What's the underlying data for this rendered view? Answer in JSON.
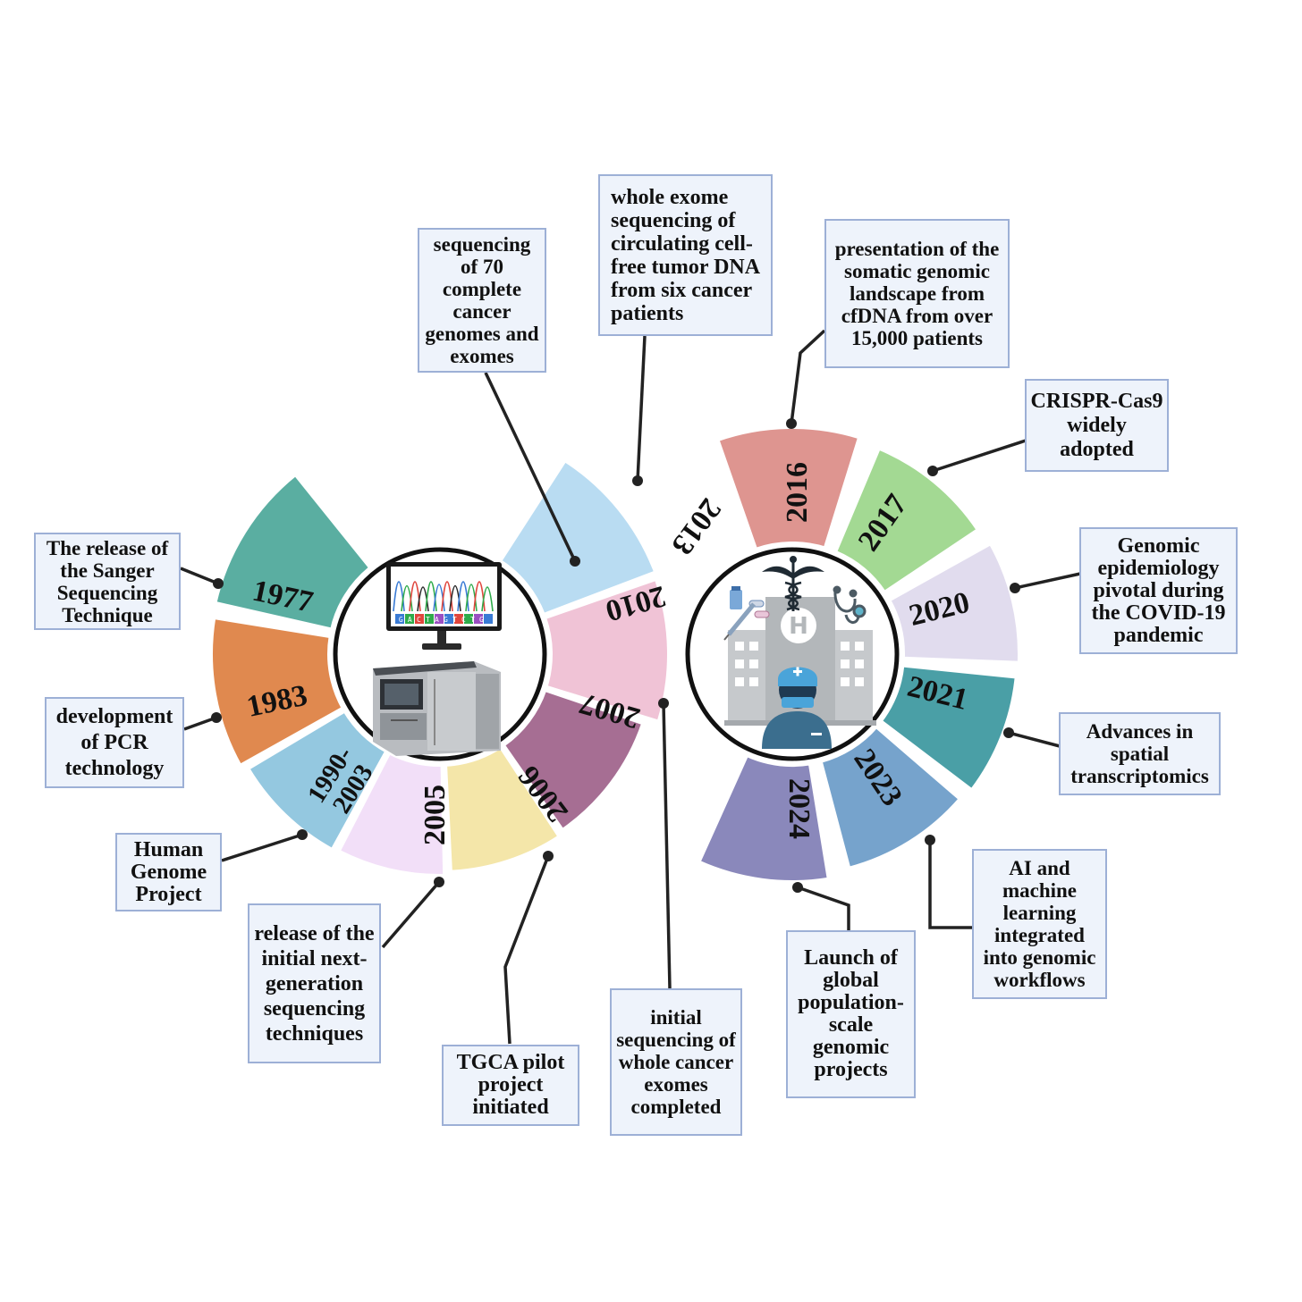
{
  "left_wheel": {
    "segments": [
      {
        "year": "1977",
        "color": "#5aaea1",
        "event": "The release of the Sanger Sequencing Technique"
      },
      {
        "year": "1983",
        "color": "#e0894f",
        "event": "development of PCR technology"
      },
      {
        "year_line1": "1990-",
        "year_line2": "2003",
        "color": "#94c8e0",
        "event": "Human Genome Project"
      },
      {
        "year": "2005",
        "color": "#f2dff8",
        "event": "release of the initial next-generation sequencing techniques"
      },
      {
        "year": "2006",
        "color": "#f4e6a9",
        "event": "TGCA pilot project initiated"
      },
      {
        "year": "2007",
        "color": "#a66e93",
        "event": "initial sequencing of whole cancer exomes completed"
      },
      {
        "year": "2010",
        "color": "#f0c3d6",
        "event": "sequencing of 70 complete cancer genomes and exomes"
      },
      {
        "year": "2013",
        "color": "#b9dcf2",
        "event": "whole exome sequencing of circulating cell-free tumor DNA from six cancer patients"
      }
    ],
    "center_icon": "dna-sequencer-icon",
    "monitor_bases": "GACTAGTCTG"
  },
  "right_wheel": {
    "segments": [
      {
        "year": "2016",
        "color": "#de9590",
        "event": "presentation of the somatic genomic landscape from cfDNA from over 15,000 patients"
      },
      {
        "year": "2017",
        "color": "#a3d993",
        "event": "CRISPR-Cas9 widely adopted"
      },
      {
        "year": "2020",
        "color": "#e1dcee",
        "event": "Genomic epidemiology pivotal during the COVID-19 pandemic"
      },
      {
        "year": "2021",
        "color": "#4a9fa6",
        "event": "Advances in spatial transcriptomics"
      },
      {
        "year": "2023",
        "color": "#76a3cc",
        "event": "AI and machine learning integrated into genomic workflows"
      },
      {
        "year": "2024",
        "color": "#8a88bb",
        "event": "Launch of global population-scale genomic projects"
      }
    ],
    "center_icon": "hospital-doctor-icon"
  },
  "colors": {
    "box_fill": "#eef3fb",
    "box_border": "#9db0d6",
    "connector": "#222222"
  }
}
